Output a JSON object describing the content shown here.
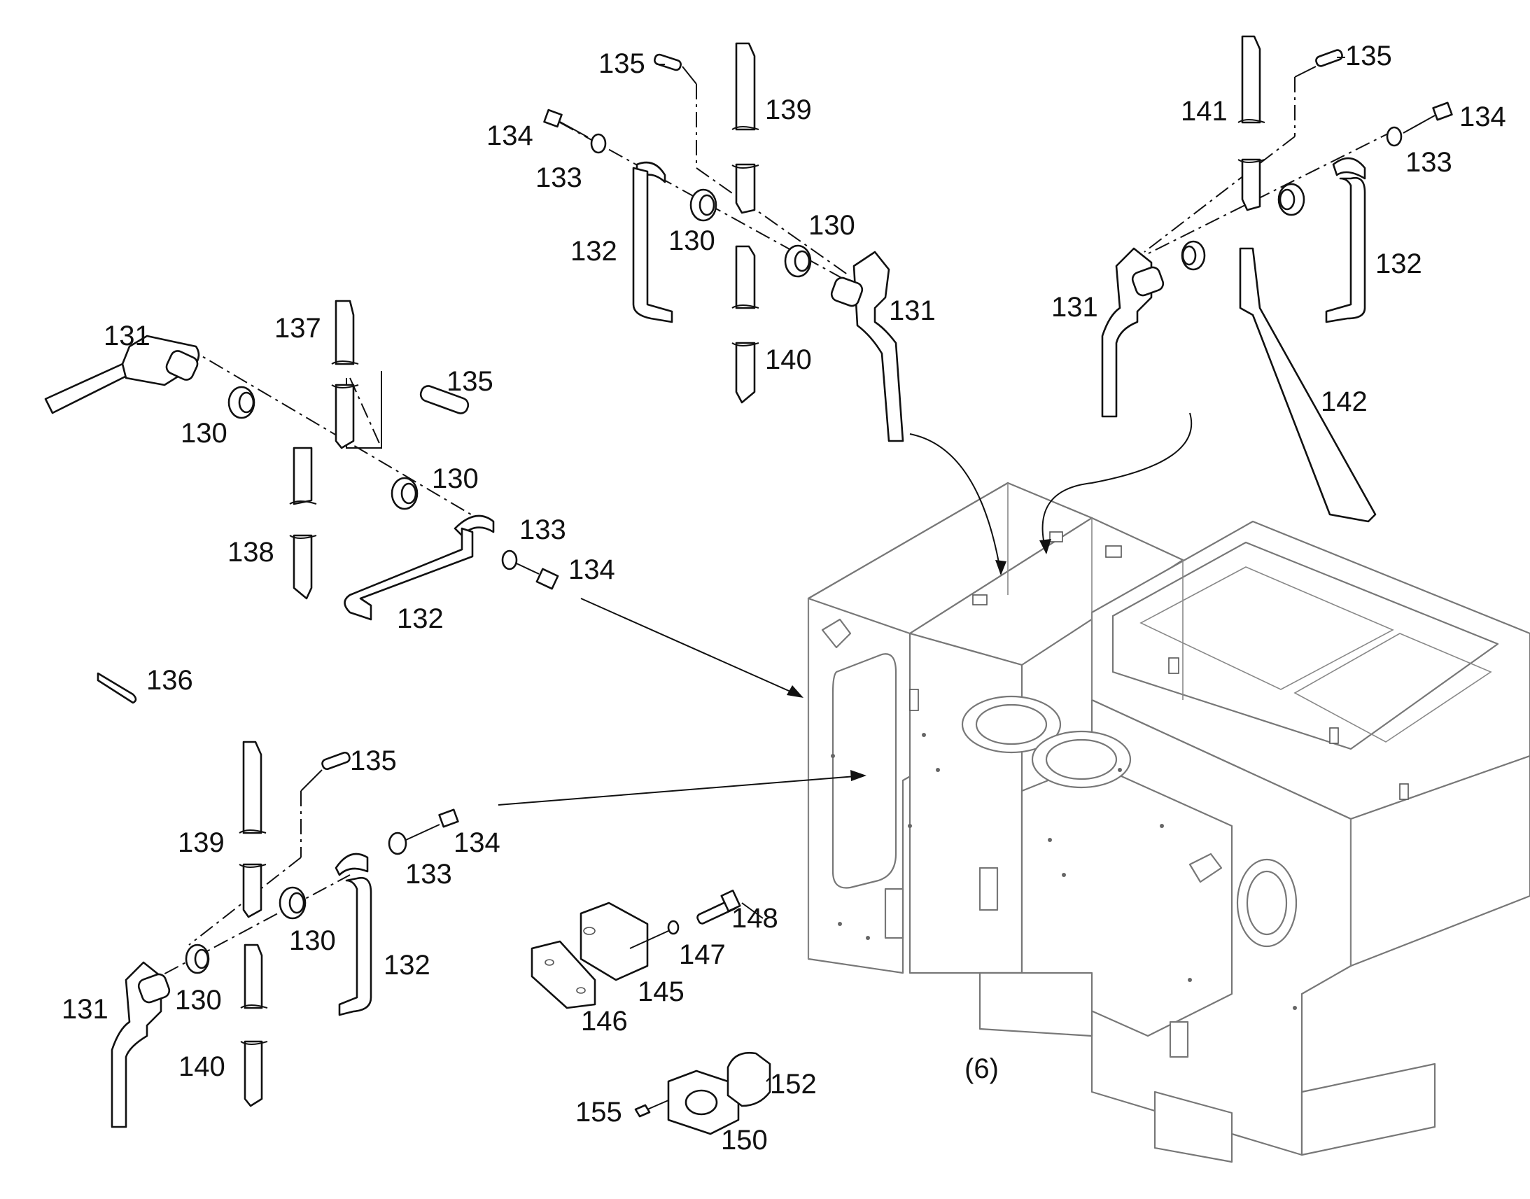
{
  "diagram": {
    "assembly_label": "(6)",
    "callouts": [
      {
        "id": "c-135-a",
        "text": "135"
      },
      {
        "id": "c-139-a",
        "text": "139"
      },
      {
        "id": "c-134-a",
        "text": "134"
      },
      {
        "id": "c-133-a",
        "text": "133"
      },
      {
        "id": "c-130-a",
        "text": "130"
      },
      {
        "id": "c-130-b",
        "text": "130"
      },
      {
        "id": "c-132-a",
        "text": "132"
      },
      {
        "id": "c-131-a",
        "text": "131"
      },
      {
        "id": "c-140-a",
        "text": "140"
      },
      {
        "id": "c-141-a",
        "text": "141"
      },
      {
        "id": "c-135-b",
        "text": "135"
      },
      {
        "id": "c-134-b",
        "text": "134"
      },
      {
        "id": "c-133-b",
        "text": "133"
      },
      {
        "id": "c-132-b",
        "text": "132"
      },
      {
        "id": "c-131-b",
        "text": "131"
      },
      {
        "id": "c-142-a",
        "text": "142"
      },
      {
        "id": "c-131-c",
        "text": "131"
      },
      {
        "id": "c-137-a",
        "text": "137"
      },
      {
        "id": "c-135-c",
        "text": "135"
      },
      {
        "id": "c-130-c",
        "text": "130"
      },
      {
        "id": "c-130-d",
        "text": "130"
      },
      {
        "id": "c-133-c",
        "text": "133"
      },
      {
        "id": "c-134-c",
        "text": "134"
      },
      {
        "id": "c-138-a",
        "text": "138"
      },
      {
        "id": "c-132-c",
        "text": "132"
      },
      {
        "id": "c-136-a",
        "text": "136"
      },
      {
        "id": "c-135-d",
        "text": "135"
      },
      {
        "id": "c-139-b",
        "text": "139"
      },
      {
        "id": "c-134-d",
        "text": "134"
      },
      {
        "id": "c-133-d",
        "text": "133"
      },
      {
        "id": "c-130-e",
        "text": "130"
      },
      {
        "id": "c-132-d",
        "text": "132"
      },
      {
        "id": "c-131-d",
        "text": "131"
      },
      {
        "id": "c-130-f",
        "text": "130"
      },
      {
        "id": "c-140-b",
        "text": "140"
      },
      {
        "id": "c-148-a",
        "text": "148"
      },
      {
        "id": "c-147-a",
        "text": "147"
      },
      {
        "id": "c-145-a",
        "text": "145"
      },
      {
        "id": "c-146-a",
        "text": "146"
      },
      {
        "id": "c-152-a",
        "text": "152"
      },
      {
        "id": "c-155-a",
        "text": "155"
      },
      {
        "id": "c-150-a",
        "text": "150"
      }
    ]
  }
}
